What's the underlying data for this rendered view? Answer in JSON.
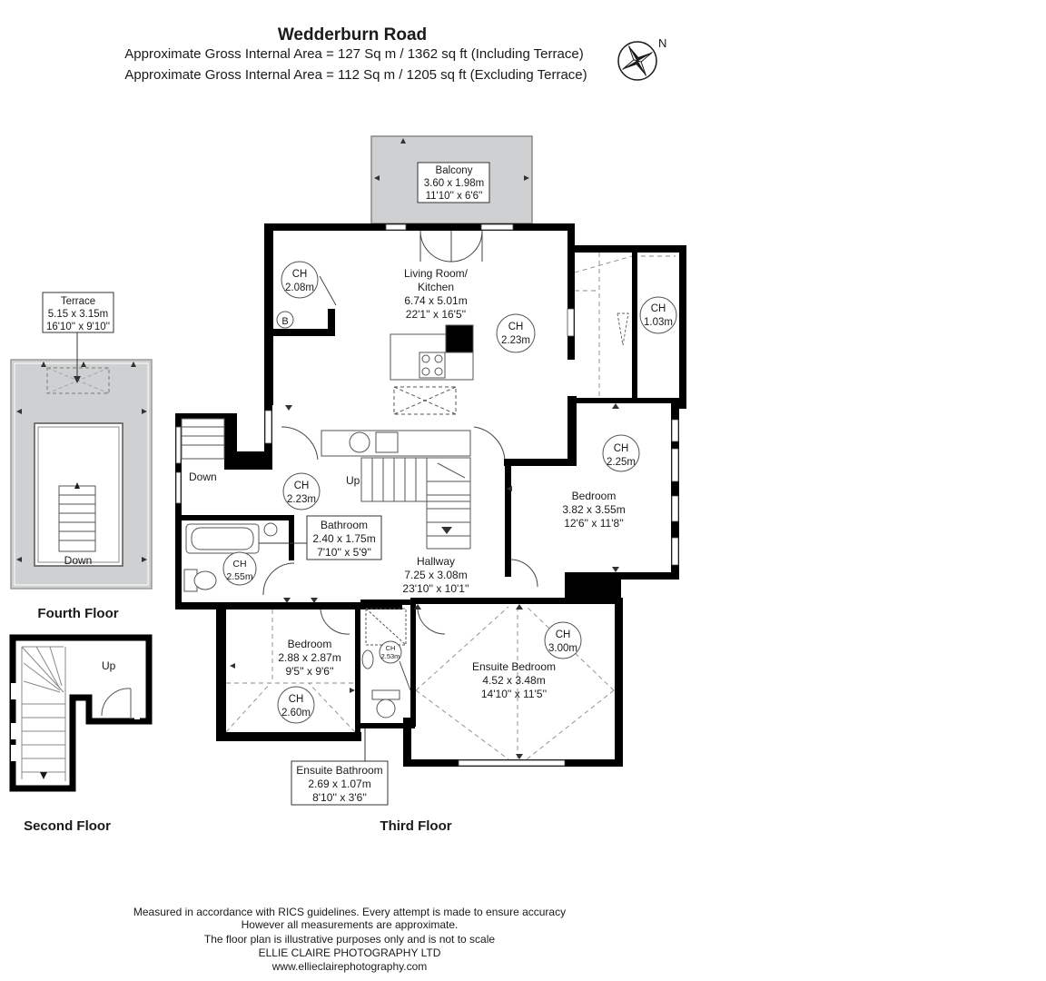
{
  "header": {
    "title": "Wedderburn Road",
    "area_including": "Approximate Gross Internal Area = 127 Sq m / 1362 sq ft (Including Terrace)",
    "area_excluding": "Approximate Gross Internal Area = 112 Sq m / 1205 sq ft (Excluding Terrace)",
    "compass_label": "N"
  },
  "floors": {
    "fourth": "Fourth Floor",
    "second": "Second Floor",
    "third": "Third Floor"
  },
  "rooms": {
    "balcony": {
      "name": "Balcony",
      "metric": "3.60 x 1.98m",
      "imperial": "11'10'' x 6'6''"
    },
    "terrace": {
      "name": "Terrace",
      "metric": "5.15 x 3.15m",
      "imperial": "16'10'' x 9'10''"
    },
    "living": {
      "name1": "Living Room/",
      "name2": "Kitchen",
      "metric": "6.74 x 5.01m",
      "imperial": "22'1'' x 16'5''"
    },
    "bedroom_right": {
      "name": "Bedroom",
      "metric": "3.82 x 3.55m",
      "imperial": "12'6'' x 11'8''"
    },
    "bathroom": {
      "name": "Bathroom",
      "metric": "2.40 x 1.75m",
      "imperial": "7'10'' x 5'9''"
    },
    "hallway": {
      "name": "Hallway",
      "metric": "7.25 x 3.08m",
      "imperial": "23'10'' x 10'1''"
    },
    "bedroom_left": {
      "name": "Bedroom",
      "metric": "2.88 x 2.87m",
      "imperial": "9'5'' x 9'6''"
    },
    "ensuite_bedroom": {
      "name": "Ensuite Bedroom",
      "metric": "4.52 x 3.48m",
      "imperial": "14'10'' x 11'5''"
    },
    "ensuite_bathroom": {
      "name": "Ensuite Bathroom",
      "metric": "2.69 x 1.07m",
      "imperial": "8'10'' x 3'6''"
    }
  },
  "ceiling_heights": {
    "label": "CH",
    "cupboard": "2.08m",
    "living": "2.23m",
    "store": "1.03m",
    "bedroom_right": "2.25m",
    "hallway": "2.23m",
    "bathroom": "2.55m",
    "ensuite_bath": "2.53m",
    "ensuite_bed": "3.00m",
    "bedroom_left": "2.60m"
  },
  "markers": {
    "boiler": "B",
    "down_third": "Down",
    "up_third": "Up",
    "down_fourth": "Down",
    "up_second": "Up"
  },
  "footer": {
    "line1": "Measured in accordance with RICS guidelines. Every attempt is made to ensure accuracy",
    "line2": "However all measurements are approximate.",
    "line3": "The floor plan is illustrative purposes only and is not to scale",
    "line4": "ELLIE CLAIRE PHOTOGRAPHY LTD",
    "line5": "www.ellieclairephotography.com"
  }
}
